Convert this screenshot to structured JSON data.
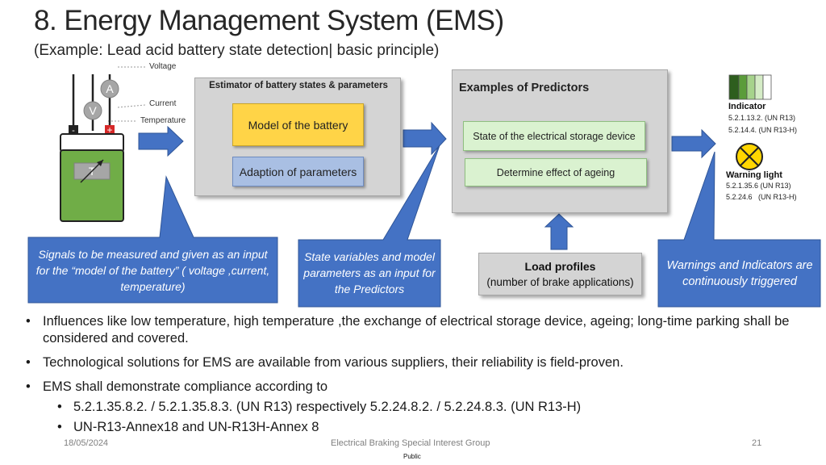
{
  "title": "8. Energy Management System (EMS)",
  "subtitle": "(Example: Lead acid battery state detection| basic principle)",
  "sensors": {
    "voltage": "Voltage",
    "current": "Current",
    "temperature": "Temperature",
    "ammeter": "A",
    "voltmeter": "V",
    "thermometer": "T",
    "minus": "-",
    "plus": "+"
  },
  "estimator": {
    "title": "Estimator of battery states & parameters",
    "model": "Model of the battery",
    "adaption": "Adaption of parameters"
  },
  "predictors": {
    "title": "Examples of Predictors",
    "state": "State of the electrical storage device",
    "ageing": "Determine effect of ageing"
  },
  "load_profiles": {
    "title": "Load profiles",
    "subtitle": "(number of brake applications)"
  },
  "indicator": {
    "label": "Indicator",
    "ref1": "5.2.1.13.2. (UN R13)",
    "ref2": "5.2.14.4. (UN R13-H)"
  },
  "warning_light": {
    "label": "Warning light",
    "ref1": "5.2.1.35.6 (UN R13)",
    "ref2": "5.2.24.6   (UN R13-H)"
  },
  "callouts": {
    "signals": "Signals to be measured and given as an input for the “model of the battery” ( voltage ,current, temperature)",
    "state_vars": "State variables and model parameters as an input for the Predictors",
    "warnings": "Warnings and Indicators are continuously triggered"
  },
  "bullets": [
    "Influences like low temperature, high temperature ,the exchange of electrical storage device, ageing; long-time parking shall be considered and covered.",
    "Technological solutions for EMS are available from various suppliers, their reliability is field-proven.",
    "EMS shall demonstrate compliance according to"
  ],
  "sub_bullets": [
    "5.2.1.35.8.2. / 5.2.1.35.8.3. (UN R13) respectively 5.2.24.8.2. / 5.2.24.8.3. (UN R13-H)",
    "UN-R13-Annex18 and UN-R13H-Annex 8"
  ],
  "footer": {
    "date": "18/05/2024",
    "org": "Electrical Braking Special Interest Group",
    "page": "21",
    "classification": "Public"
  },
  "colors": {
    "arrow_blue": "#4472c4",
    "battery_green": "#70ad47",
    "model_yellow": "#ffd447",
    "adaption_blue": "#a9bfe3",
    "predictor_green": "#daf2d0",
    "warning_yellow": "#ffd600"
  },
  "icons": [
    "ammeter-icon",
    "voltmeter-icon",
    "thermometer-icon",
    "battery-icon",
    "indicator-bar-icon",
    "warning-light-icon",
    "arrow-right-icon",
    "arrow-up-icon"
  ]
}
